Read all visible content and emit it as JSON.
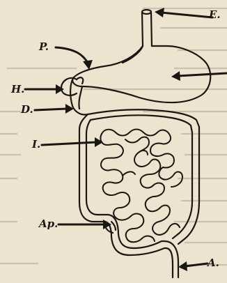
{
  "labels": {
    "E": "E.",
    "P": "P.",
    "H": "H.",
    "D": "D.",
    "I": "I.",
    "Ap": "Ap.",
    "A": "A."
  },
  "colors": {
    "paper": "#ece4cf",
    "ink": "#1a1712",
    "background_text": "#8c8272"
  }
}
